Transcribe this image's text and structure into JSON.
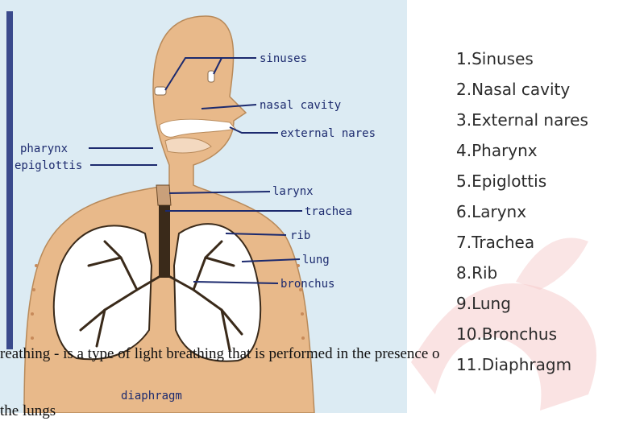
{
  "diagram": {
    "labels": {
      "sinuses": "sinuses",
      "nasal_cavity": "nasal cavity",
      "external_nares": "external nares",
      "pharynx": "pharynx",
      "epiglottis": "epiglottis",
      "larynx": "larynx",
      "trachea": "trachea",
      "rib": "rib",
      "lung": "lung",
      "bronchus": "bronchus",
      "diaphragm": "diaphragm"
    },
    "colors": {
      "skin": "#e8b98a",
      "outline": "#1c2a6e",
      "lung_fill": "#ffffff",
      "bronchi": "#3a2a1a",
      "panel_bg": "#dcebf3"
    }
  },
  "list": [
    "1.Sinuses",
    "2.Nasal cavity",
    "3.External nares",
    "4.Pharynx",
    "5.Epiglottis",
    "6.Larynx",
    "7.Trachea",
    "8.Rib",
    "9.Lung",
    "10.Bronchus",
    "11.Diaphragm"
  ],
  "paragraph": {
    "line1": "reathing - is a type of light breathing that is performed in the presence o",
    "line2": "the lungs"
  },
  "watermark_color": "#f2b8b8"
}
